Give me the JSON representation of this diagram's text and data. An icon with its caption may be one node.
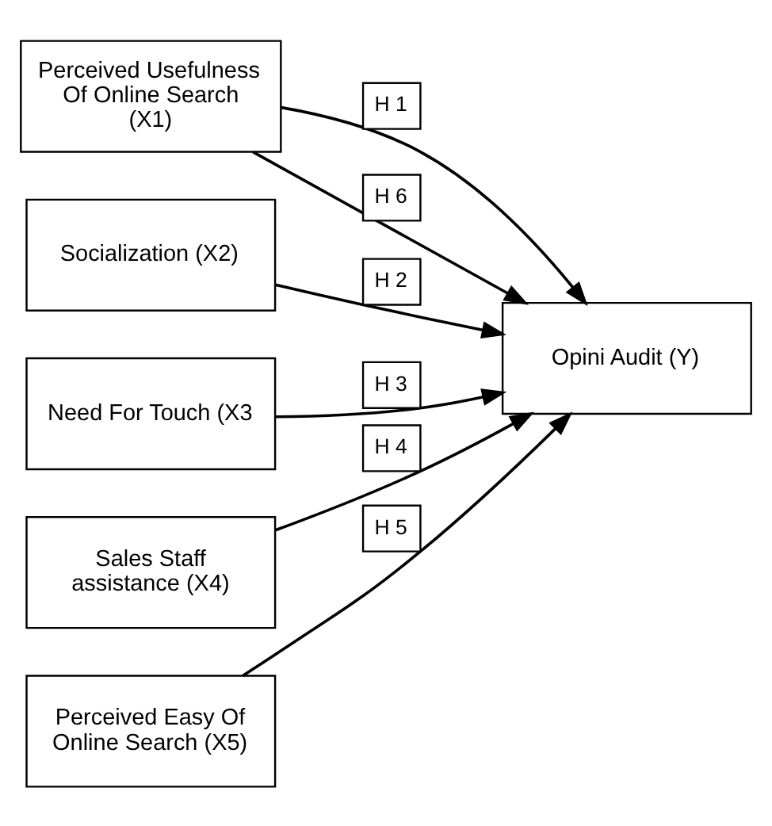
{
  "diagram": {
    "nodes": [
      {
        "text": [
          "Perceived Usefulness Of Online Search (X1)"
        ]
      },
      {
        "text": [
          "Socialization (X2)"
        ]
      },
      {
        "text": [
          "Need For Touch (X3"
        ]
      },
      {
        "text": [
          "Sales Staff assistance (X4)"
        ]
      },
      {
        "text": [
          "Perceived Easy Of Online Search (X5)"
        ]
      },
      {
        "text": [
          "Opini Audit (Y)"
        ]
      }
    ],
    "edges": [
      {
        "from": 0,
        "to": 5,
        "arrow": "to",
        "label": "H 1"
      },
      {
        "from": 1,
        "to": 5,
        "arrow": "to",
        "label": "H 2"
      },
      {
        "from": 2,
        "to": 5,
        "arrow": "to",
        "label": "H 3"
      },
      {
        "from": 3,
        "to": 5,
        "arrow": "to",
        "label": "H 4"
      },
      {
        "from": 4,
        "to": 5,
        "arrow": "to",
        "label": "H 5"
      },
      {
        "from": 0,
        "to": 5,
        "arrow": "to",
        "label": "H 6"
      }
    ]
  }
}
